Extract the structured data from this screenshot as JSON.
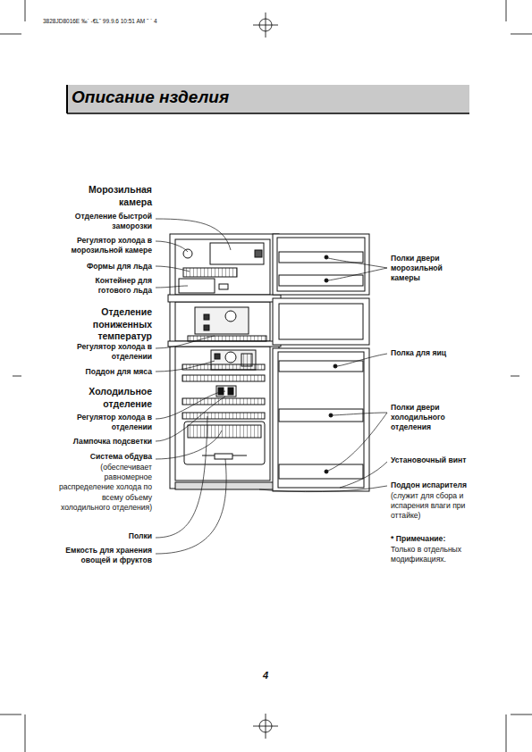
{
  "diagram": {
    "title": "Описание нзделия",
    "labels": [
      "3828JD8016E ‰` -€L˜ 99.9.6 10:51 AM ˜ ` 4",
      "Морозильная камера",
      "Отделение быстрой заморозки",
      "Регулятор холода в морозильной камере",
      "Формы для льда",
      "Контейнер для готового льда",
      "Отделение пониженных температур",
      "Регулятор холода в отделении",
      "Поддон для мяса",
      "Холодильное отделение",
      "Регулятор холода в отделении",
      "Лампочка подсветки",
      "Система обдува",
      "(обеспечивает равномерное распределение холода по всему объему холодильного отделения)",
      "Полки",
      "Емкость для хранения овощей и фруктов",
      "Полки двери морозильной камеры",
      "Полка для яиц",
      "Полки двери холодильного отделения",
      "Установочный винт",
      "Поддон испарителя",
      "(служит для сбора и испарения влаги при оттайке)",
      "* Примечание:",
      "Только в отдельных модификациях.",
      "4"
    ]
  }
}
